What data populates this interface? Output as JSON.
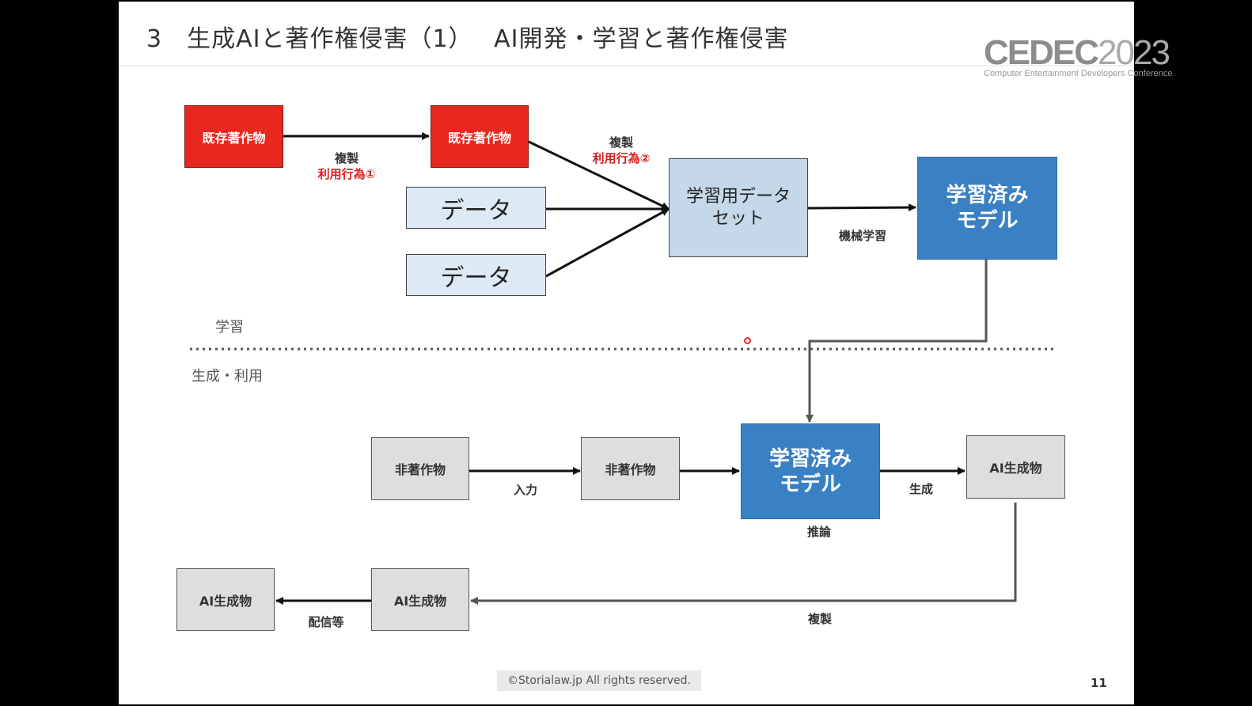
{
  "slide": {
    "title": "3　生成AIと著作権侵害（1）　 AI開発・学習と著作権侵害",
    "logo": {
      "main": "CEDEC",
      "year": "2023",
      "sub": "Computer Entertainment Developers Conference"
    },
    "copyright": "©Storialaw.jp All rights reserved.",
    "page_number": "11"
  },
  "diagram": {
    "learning": {
      "section_label": "学習",
      "existing_work_1": "既存著作物",
      "existing_work_2": "既存著作物",
      "copy_label": "複製",
      "use_act_1": "利用行為①",
      "copy_label_2": "複製",
      "use_act_2": "利用行為②",
      "data_1": "データ",
      "data_2": "データ",
      "dataset_line1": "学習用データ",
      "dataset_line2": "セット",
      "ml_label": "機械学習",
      "model_line1": "学習済み",
      "model_line2": "モデル"
    },
    "generation": {
      "section_label": "生成・利用",
      "non_work_1": "非著作物",
      "non_work_2": "非著作物",
      "input_label": "入力",
      "model_line1": "学習済み",
      "model_line2": "モデル",
      "inference_label": "推論",
      "generate_label": "生成",
      "ai_output_1": "AI生成物",
      "ai_output_2": "AI生成物",
      "ai_output_3": "AI生成物",
      "copy_label": "複製",
      "distribution_label": "配信等"
    }
  },
  "colors": {
    "red_box": "#e8281e",
    "light_blue_box": "#dde9f5",
    "mid_blue_box": "#c5d8ea",
    "model_blue": "#3a80c4",
    "gray_box": "#dedede",
    "use_act_text": "#d81e1e"
  }
}
